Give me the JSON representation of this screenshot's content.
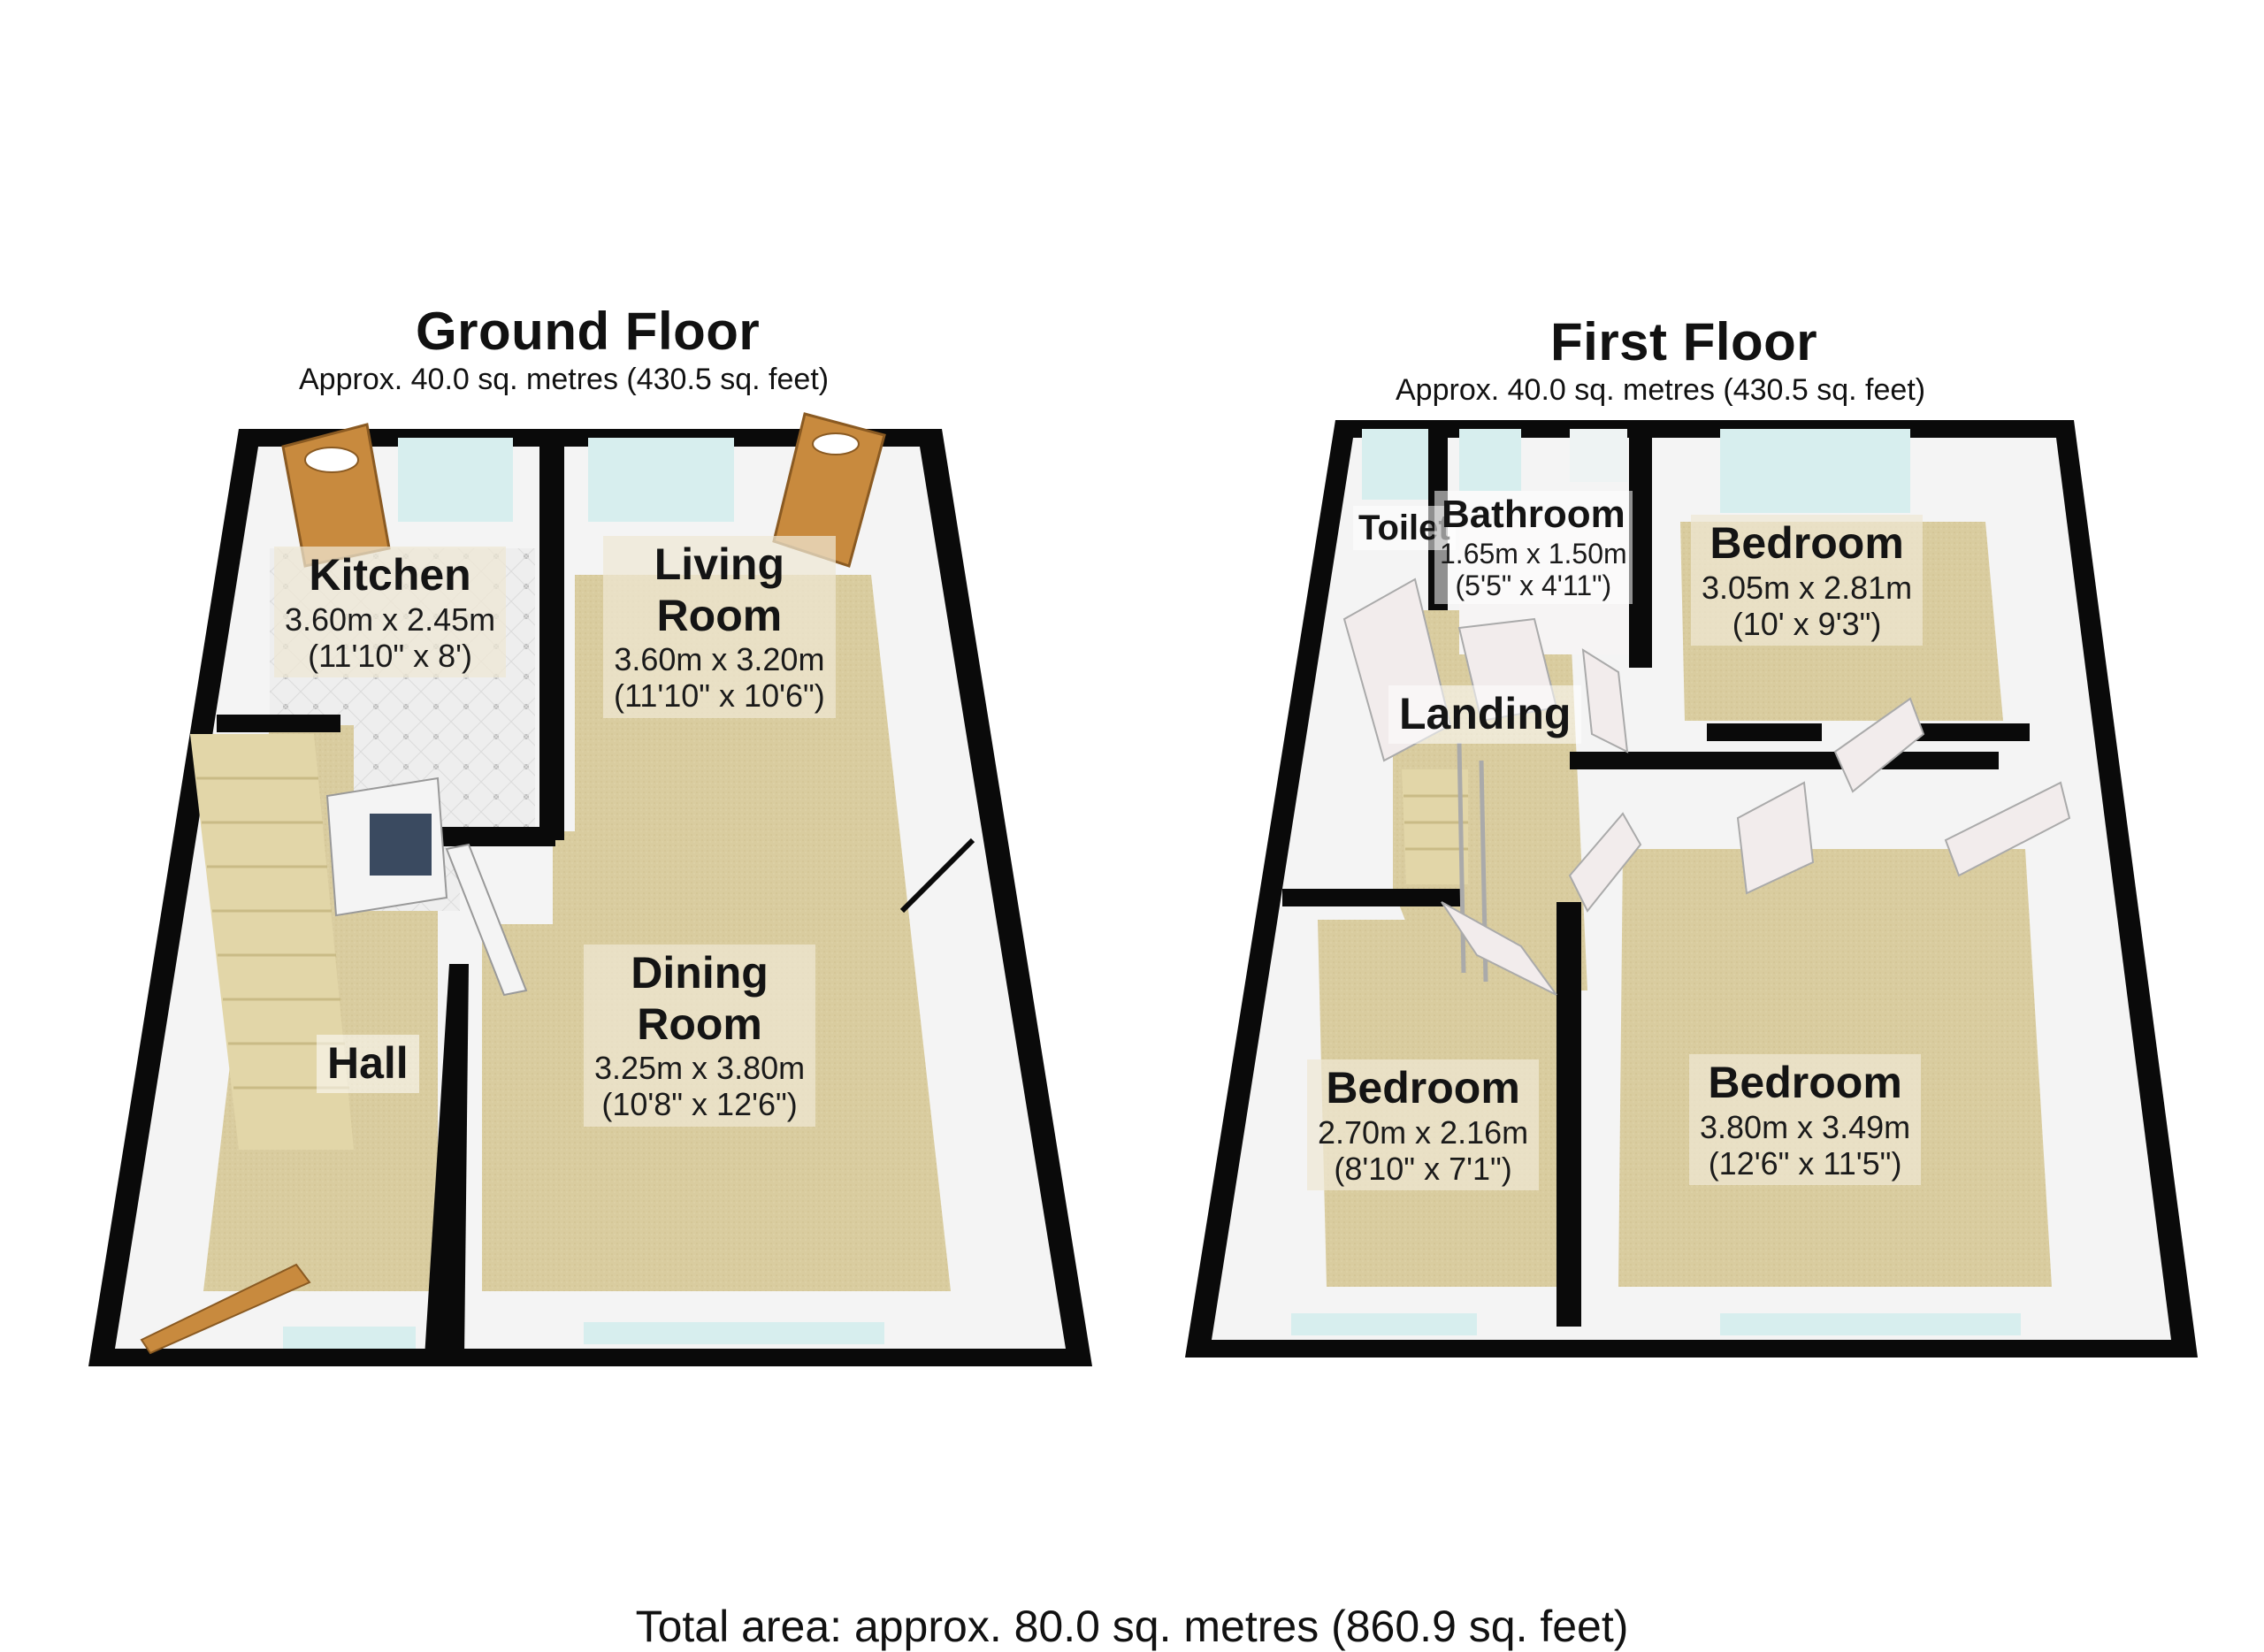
{
  "ground_floor": {
    "title": "Ground Floor",
    "area": "Approx. 40.0 sq. metres (430.5 sq. feet)",
    "rooms": {
      "kitchen": {
        "name": "Kitchen",
        "metric": "3.60m x 2.45m",
        "imperial": "(11'10\" x 8')"
      },
      "living": {
        "name_line1": "Living",
        "name_line2": "Room",
        "metric": "3.60m x 3.20m",
        "imperial": "(11'10\" x 10'6\")"
      },
      "dining": {
        "name_line1": "Dining",
        "name_line2": "Room",
        "metric": "3.25m x 3.80m",
        "imperial": "(10'8\" x 12'6\")"
      },
      "hall": {
        "name": "Hall"
      }
    }
  },
  "first_floor": {
    "title": "First Floor",
    "area": "Approx. 40.0 sq. metres (430.5 sq. feet)",
    "rooms": {
      "toilet": {
        "name": "Toilet"
      },
      "bathroom": {
        "name": "Bathroom",
        "metric": "1.65m x 1.50m",
        "imperial": "(5'5\" x 4'11\")"
      },
      "bedroom_top": {
        "name": "Bedroom",
        "metric": "3.05m x 2.81m",
        "imperial": "(10' x 9'3\")"
      },
      "landing": {
        "name": "Landing"
      },
      "bedroom_small": {
        "name": "Bedroom",
        "metric": "2.70m x 2.16m",
        "imperial": "(8'10\" x 7'1\")"
      },
      "bedroom_large": {
        "name": "Bedroom",
        "metric": "3.80m x 3.49m",
        "imperial": "(12'6\" x 11'5\")"
      }
    }
  },
  "total_area": "Total area: approx. 80.0 sq. metres (860.9 sq. feet)",
  "colors": {
    "wall": "#0a0a0a",
    "wall_face": "#f4f4f4",
    "carpet": "#d9cc9f",
    "tile": "#eeeeee",
    "door_wood": "#c88a3e",
    "door_white": "#f2ecec",
    "stairs": "#e2d6a8",
    "window": "#d7eeee"
  }
}
